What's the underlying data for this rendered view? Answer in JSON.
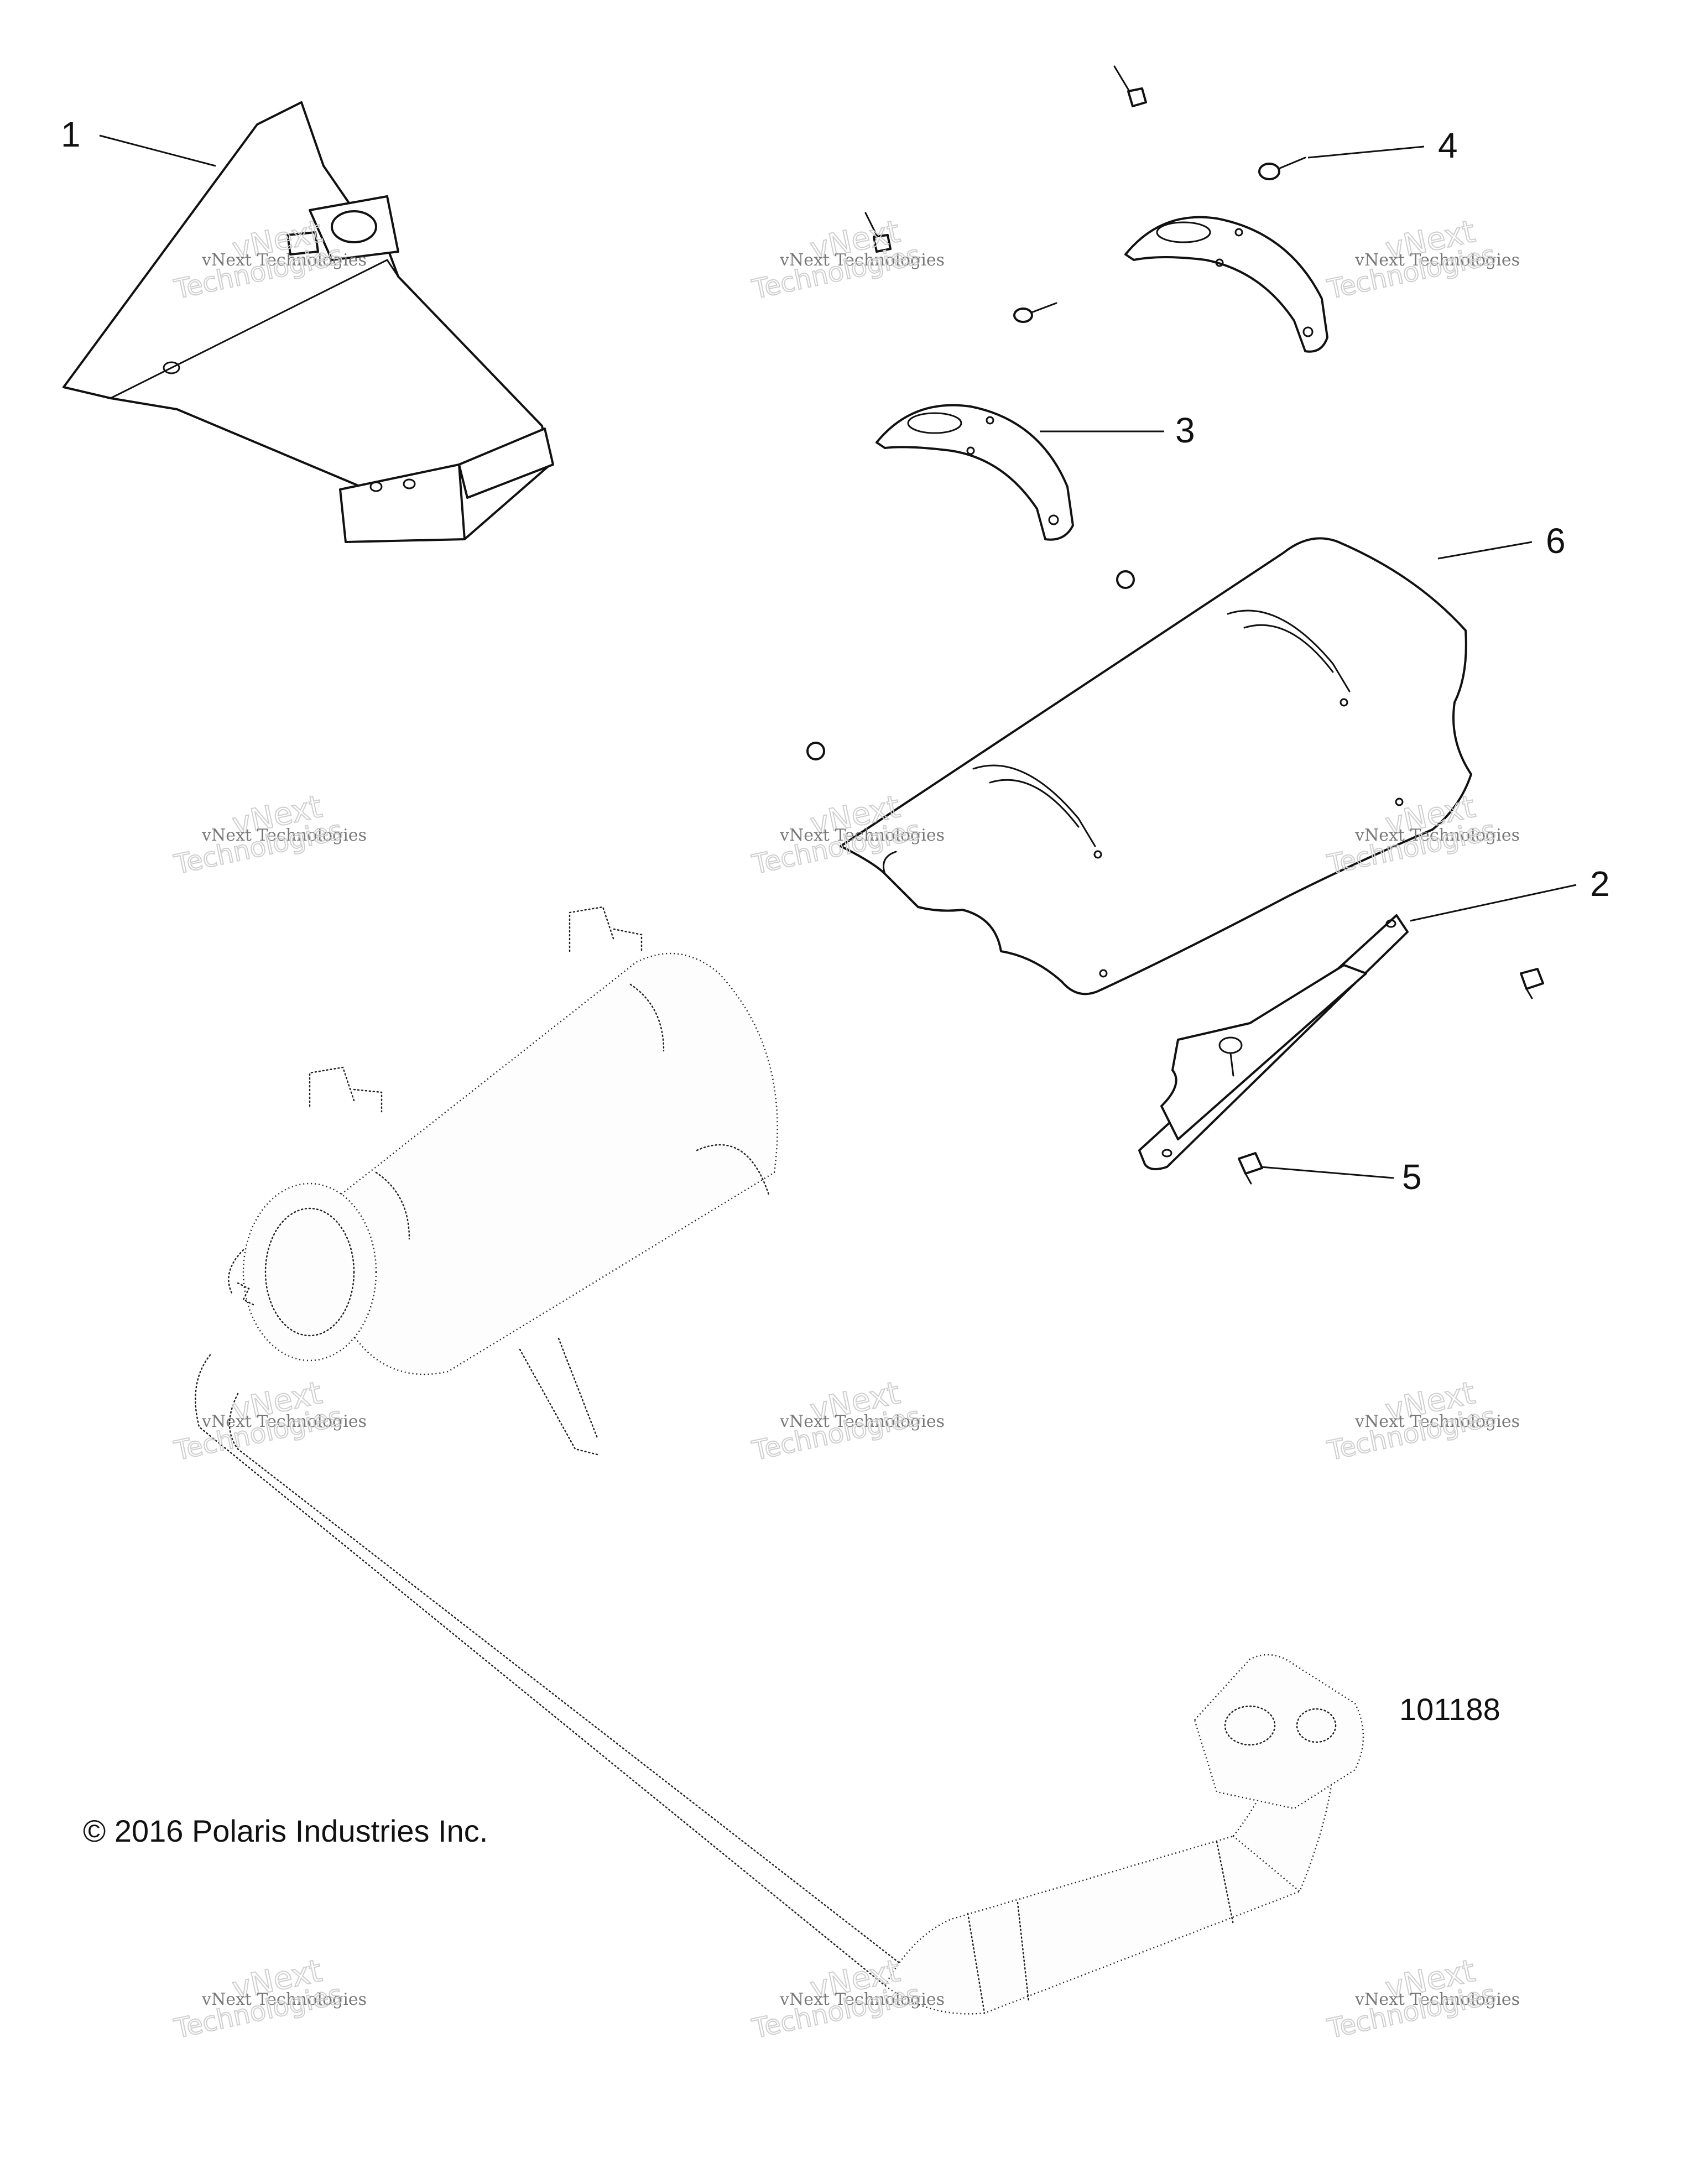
{
  "diagram": {
    "callouts": [
      "1",
      "2",
      "3",
      "4",
      "5",
      "6"
    ],
    "part_number": "101188",
    "copyright": "© 2016 Polaris Industries Inc."
  },
  "watermark": {
    "line_small": "vNext Technologies",
    "big_top": "vNext",
    "big_bottom": "Technologies"
  }
}
